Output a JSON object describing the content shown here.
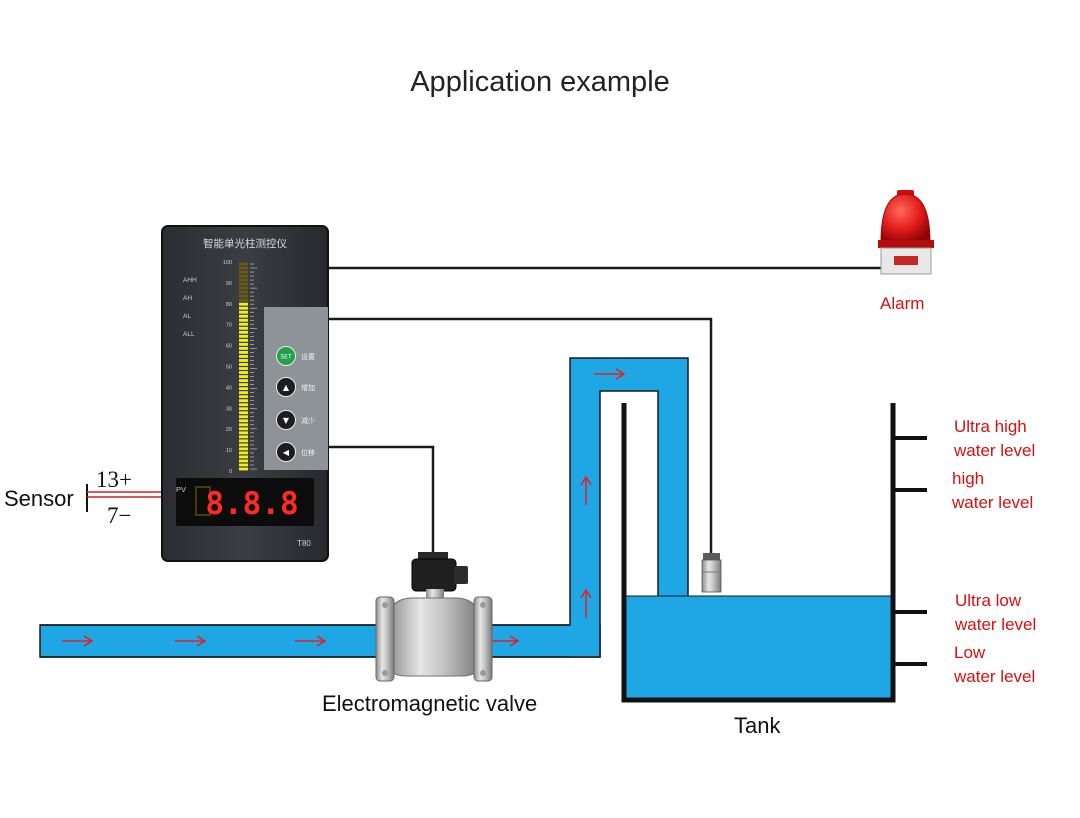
{
  "title": "Application example",
  "instrument": {
    "header": "智能单光柱测控仪",
    "scale_ticks": [
      "100",
      "90",
      "80",
      "70",
      "60",
      "50",
      "40",
      "30",
      "20",
      "10",
      "0"
    ],
    "alarm_tags": [
      "AHH",
      "AH",
      "AL",
      "ALL"
    ],
    "buttons": [
      {
        "key": "set",
        "label": "设置",
        "glyph": "SET"
      },
      {
        "key": "up",
        "label": "增加",
        "glyph": "▲"
      },
      {
        "key": "down",
        "label": "减少",
        "glyph": "▼"
      },
      {
        "key": "shift",
        "label": "位移",
        "glyph": "◀"
      }
    ],
    "pv_label": "PV",
    "display_value": "8.8.8",
    "model": "T80",
    "bar_level_fraction": 0.8,
    "bar_color": "#f2ee1e"
  },
  "sensor": {
    "label": "Sensor",
    "terminal_pos": "13+",
    "terminal_neg": "7−"
  },
  "valve_label": "Electromagnetic valve",
  "tank_label": "Tank",
  "alarm_label": "Alarm",
  "levels": {
    "ultra_high": [
      "Ultra high",
      "water level"
    ],
    "high": [
      "high",
      "water level"
    ],
    "ultra_low": [
      "Ultra low",
      "water level"
    ],
    "low": [
      "Low",
      "water level"
    ]
  },
  "colors": {
    "water": "#1ea7e4",
    "flow_arrow": "#e02020",
    "label_red": "#d81010"
  }
}
